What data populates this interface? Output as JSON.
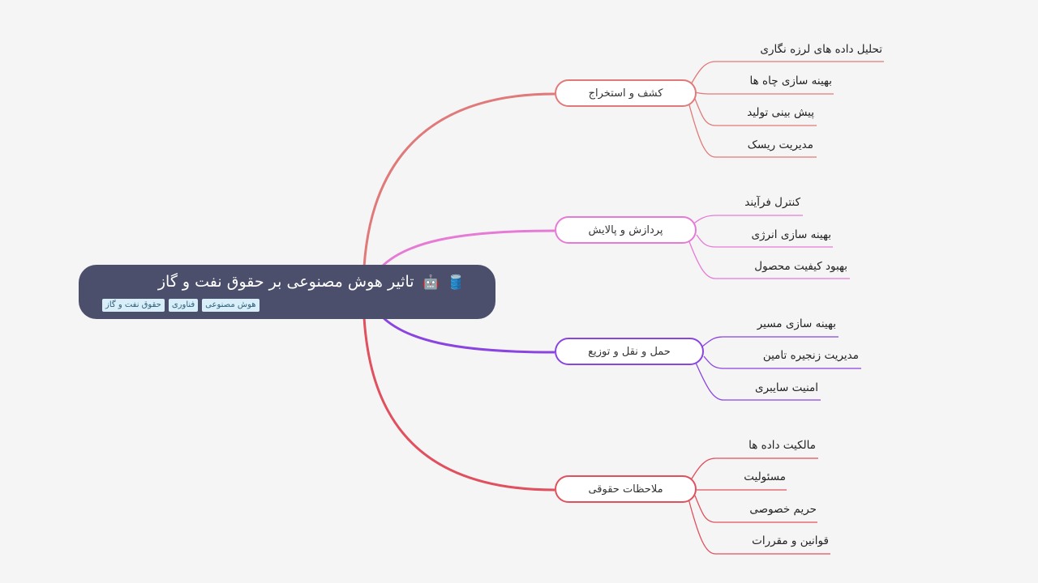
{
  "root": {
    "title": "تاثیر هوش مصنوعی بر حقوق نفت و گاز",
    "icons": [
      "oil-barrel-icon",
      "robot-icon"
    ],
    "icon_glyphs": [
      "🛢️",
      "🤖"
    ],
    "tags": [
      "هوش مصنوعی",
      "فناوری",
      "حقوق نفت و گاز"
    ]
  },
  "branches": [
    {
      "label": "کشف و استخراج",
      "color": "#e07a7a",
      "children": [
        "تحلیل داده های لرزه نگاری",
        "بهینه سازی چاه ها",
        "پیش بینی تولید",
        "مدیریت ریسک"
      ]
    },
    {
      "label": "پردازش و پالایش",
      "color": "#e67bd5",
      "children": [
        "کنترل فرآیند",
        "بهینه سازی انرژی",
        "بهبود کیفیت محصول"
      ]
    },
    {
      "label": "حمل و نقل و توزیع",
      "color": "#8a44e0",
      "children": [
        "بهینه سازی مسیر",
        "مدیریت زنجیره تامین",
        "امنیت سایبری"
      ]
    },
    {
      "label": "ملاحظات حقوقی",
      "color": "#e0505e",
      "children": [
        "مالکیت داده ها",
        "مسئولیت",
        "حریم خصوصی",
        "قوانین و مقررات"
      ]
    }
  ]
}
